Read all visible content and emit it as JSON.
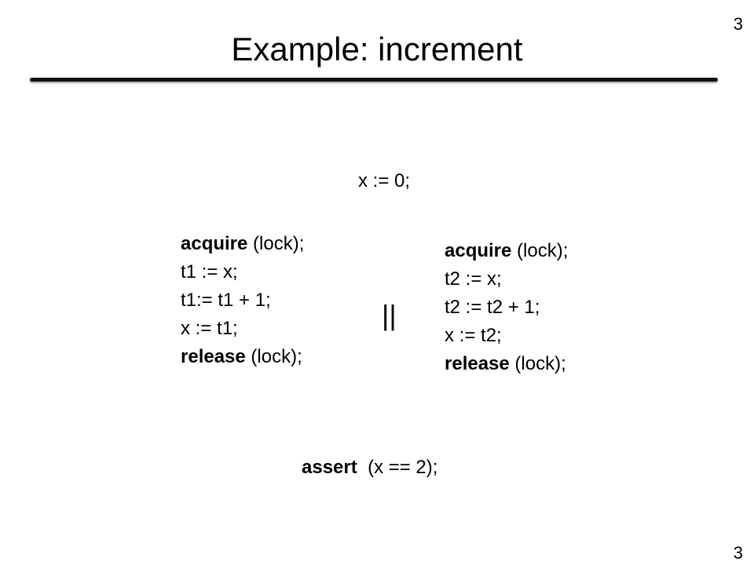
{
  "slide": {
    "title": "Example: increment",
    "page_number_top": "3",
    "page_number_bottom": "3",
    "init": "x := 0;",
    "parallel_operator": "||",
    "thread1": {
      "acquire_kw": "acquire",
      "acquire_arg": " (lock);",
      "line2": "t1 := x;",
      "line3": "t1:= t1 + 1;",
      "line4": "x := t1;",
      "release_kw": "release",
      "release_arg": " (lock);"
    },
    "thread2": {
      "acquire_kw": "acquire",
      "acquire_arg": " (lock);",
      "line2": "t2 := x;",
      "line3": "t2 := t2 + 1;",
      "line4": "x := t2;",
      "release_kw": "release",
      "release_arg": " (lock);"
    },
    "assert_kw": "assert",
    "assert_arg": "  (x == 2);"
  }
}
